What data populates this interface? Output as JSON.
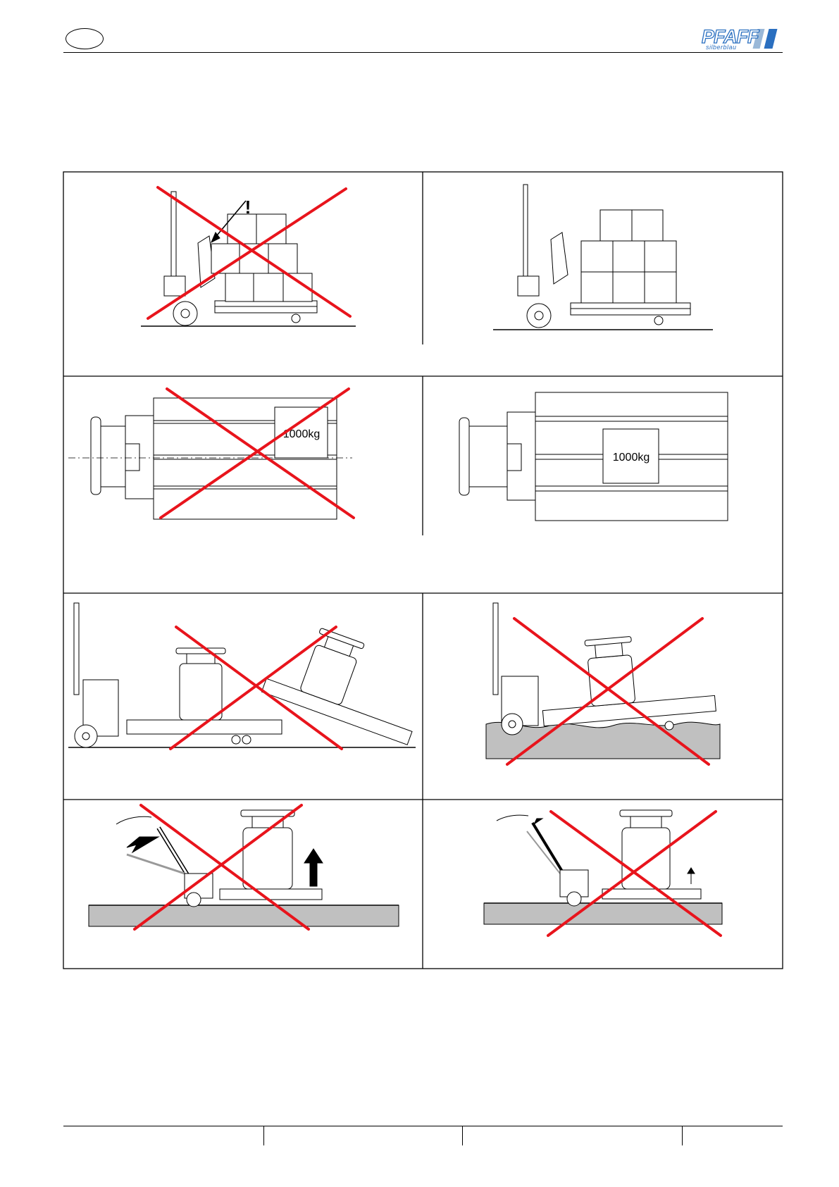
{
  "header": {
    "logo": {
      "text": "PFAFF",
      "subtext": "silberblau",
      "colors": {
        "primary": "#2a6fc0",
        "secondary": "#9ab8d8"
      }
    }
  },
  "figures": {
    "weight_label": "1000kg",
    "warning_mark": "!",
    "cross_color": "#e8141c"
  }
}
